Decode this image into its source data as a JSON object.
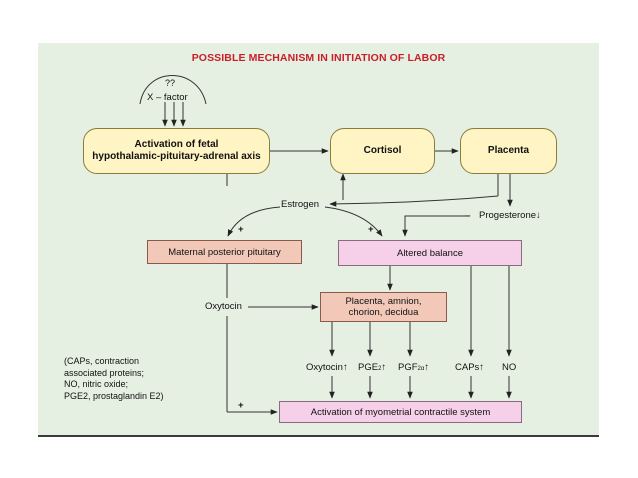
{
  "title": "POSSIBLE MECHANISM IN INITIATION OF LABOR",
  "xfactor": {
    "question": "??",
    "label": "X – factor"
  },
  "nodes": {
    "fetal_axis": [
      "Activation of fetal",
      "hypothalamic-pituitary-adrenal axis"
    ],
    "cortisol": "Cortisol",
    "placenta": "Placenta",
    "maternal_pituitary": "Maternal posterior pituitary",
    "altered_balance": "Altered balance",
    "placenta_membranes": [
      "Placenta, amnion,",
      "chorion, decidua"
    ],
    "myometrial": "Activation of myometrial contractile system"
  },
  "labels": {
    "estrogen": "Estrogen",
    "progesterone": "Progesterone↓",
    "minus": "–",
    "plus_left": "+",
    "plus_right": "+",
    "plus_bottom": "+",
    "oxytocin": "Oxytocin",
    "oxytocin_up": "Oxytocin↑",
    "pge2_main": "PGE",
    "pge2_sub": "2",
    "pge2_arrow": "↑",
    "pgf_main": "PGF",
    "pgf_sub": "2α",
    "pgf_arrow": "↑",
    "caps_up": "CAPs↑",
    "no": "NO"
  },
  "legend": [
    "(CAPs, contraction",
    "associated proteins;",
    "NO, nitric oxide;",
    "PGE2, prostaglandin E2)"
  ]
}
